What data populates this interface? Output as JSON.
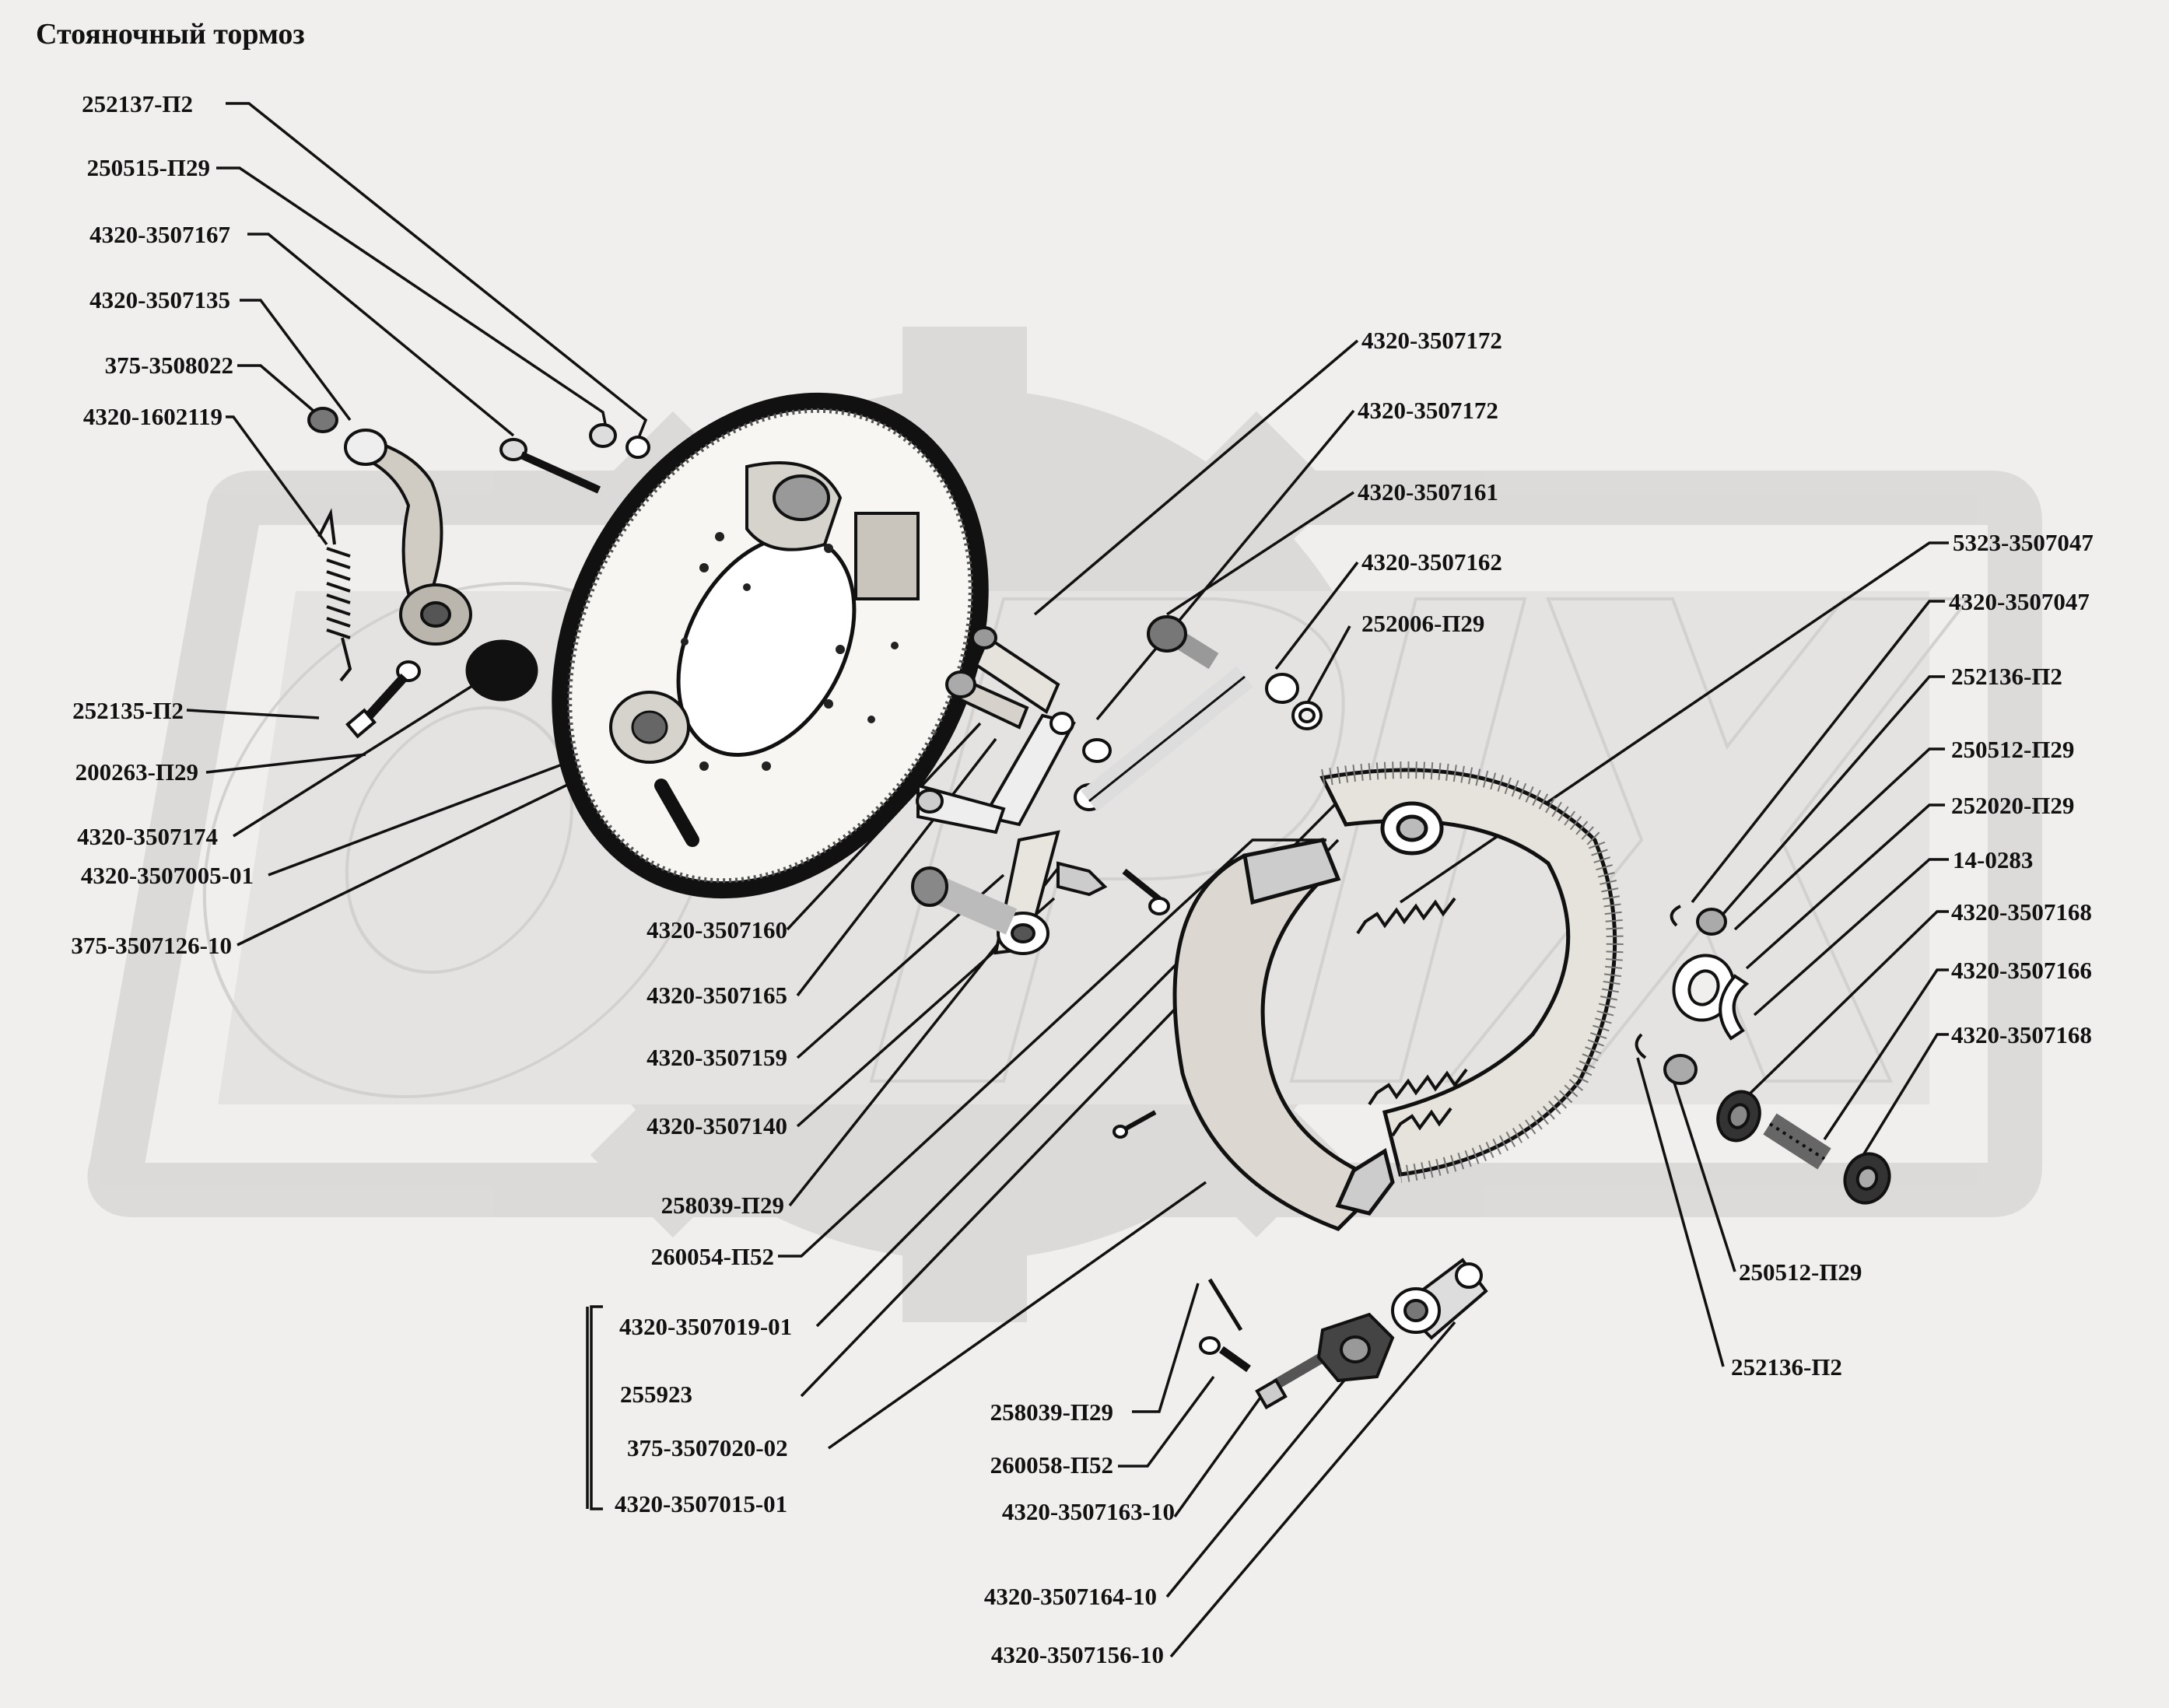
{
  "title": "Стояночный тормоз",
  "watermark": "ORIX",
  "labels": {
    "l01": "252137-П2",
    "l02": "250515-П29",
    "l03": "4320-3507167",
    "l04": "4320-3507135",
    "l05": "375-3508022",
    "l06": "4320-1602119",
    "l07": "252135-П2",
    "l08": "200263-П29",
    "l09": "4320-3507174",
    "l10": "4320-3507005-01",
    "l11": "375-3507126-10",
    "l12": "4320-3507172",
    "l13": "4320-3507172",
    "l14": "4320-3507161",
    "l15": "4320-3507162",
    "l16": "252006-П29",
    "l17": "4320-3507160",
    "l18": "4320-3507165",
    "l19": "4320-3507159",
    "l20": "4320-3507140",
    "l21": "258039-П29",
    "l22": "260054-П52",
    "l23": "4320-3507019-01",
    "l24": "255923",
    "l25": "375-3507020-02",
    "l26": "4320-3507015-01",
    "l27": "258039-П29",
    "l28": "260058-П52",
    "l29": "4320-3507163-10",
    "l30": "4320-3507164-10",
    "l31": "4320-3507156-10",
    "l32": "5323-3507047",
    "l33": "4320-3507047",
    "l34": "252136-П2",
    "l35": "250512-П29",
    "l36": "252020-П29",
    "l37": "14-0283",
    "l38": "4320-3507168",
    "l39": "4320-3507166",
    "l40": "4320-3507168",
    "l41": "250512-П29",
    "l42": "252136-П2"
  }
}
